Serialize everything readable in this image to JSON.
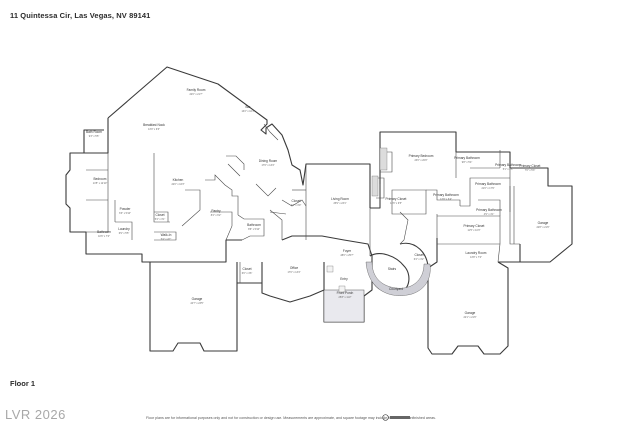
{
  "header": {
    "address": "11 Quintessa Cir, Las Vegas, NV 89141"
  },
  "footer": {
    "floor_label": "Floor 1",
    "watermark": "LVR 2026",
    "disclaimer": "Floor plans are for informational purposes only and not for construction or design use. Measurements are approximate, and square footage may include finished and unfinished areas."
  },
  "icons": {
    "brand": "logo-icon"
  },
  "rooms": [
    {
      "name": "Family Room",
      "dim": "22'0\" x 21'7\""
    },
    {
      "name": "Bar",
      "dim": "13'2\" x 10'1\""
    },
    {
      "name": "Breakfast Nook",
      "dim": "13'0\" x 9'6\""
    },
    {
      "name": "Bath Room",
      "dim": "9'3\" x 5'5\""
    },
    {
      "name": "Bedroom",
      "dim": "14'5\" x 12'10\""
    },
    {
      "name": "Kitchen",
      "dim": "22'0\" x 16'3\""
    },
    {
      "name": "Dining Room",
      "dim": "17'6\" x 13'4\""
    },
    {
      "name": "Bathroom",
      "dim": "10'6\" x 7'0\""
    },
    {
      "name": "Closet",
      "dim": "5'4\" x 3'1\""
    },
    {
      "name": "Pantry",
      "dim": "8'4\" x 6'2\""
    },
    {
      "name": "Bathroom",
      "dim": "8'6\" x 5'10\""
    },
    {
      "name": "Powder",
      "dim": "6'3\" x 5'10\""
    },
    {
      "name": "Walk-In",
      "dim": "5'4\" x 4'7\""
    },
    {
      "name": "Laundry",
      "dim": "6'9\" x 5'5\""
    },
    {
      "name": "Closet",
      "dim": "4'4\" x 3'0\""
    },
    {
      "name": "Living Room",
      "dim": "25'9\" x 23'1\""
    },
    {
      "name": "Primary Bedroom",
      "dim": "23'0\" x 20'0\""
    },
    {
      "name": "Primary Closet",
      "dim": "13'6\" x 9'5\""
    },
    {
      "name": "Primary Bathroom",
      "dim": "13'9\" x 6'4\""
    },
    {
      "name": "Primary Bathroom",
      "dim": "21'0\" x 17'9\""
    },
    {
      "name": "Primary Bathroom",
      "dim": "9'8\" x 5'4\""
    },
    {
      "name": "Primary Closet",
      "dim": "11'5\" x 10'3\""
    },
    {
      "name": "Primary Closet",
      "dim": "7'0\" x 5'3\""
    },
    {
      "name": "Primary Bathroom",
      "dim": "4'9\" x 4'1\""
    },
    {
      "name": "Primary Bathroom",
      "dim": "5'1\" x 4'5\""
    },
    {
      "name": "Garage",
      "dim": "22'8\" x 21'6\""
    },
    {
      "name": "Laundry Room",
      "dim": "13'8\" x 7'0\""
    },
    {
      "name": "Foyer",
      "dim": "28'0\" x 25'7\""
    },
    {
      "name": "Office",
      "dim": "17'0\" x 13'4\""
    },
    {
      "name": "Closet",
      "dim": "6'0\" x 4'6\""
    },
    {
      "name": "Closet",
      "dim": "6'4\" x 3'2\""
    },
    {
      "name": "Garage",
      "dim": "24'7\" x 23'5\""
    },
    {
      "name": "Garage",
      "dim": "22'1\" x 21'6\""
    },
    {
      "name": "Front Porch",
      "dim": "25'8\" x 11'2\""
    },
    {
      "name": "Entry",
      "dim": ""
    },
    {
      "name": "Courtyard",
      "dim": ""
    },
    {
      "name": "Stairs",
      "dim": ""
    }
  ]
}
